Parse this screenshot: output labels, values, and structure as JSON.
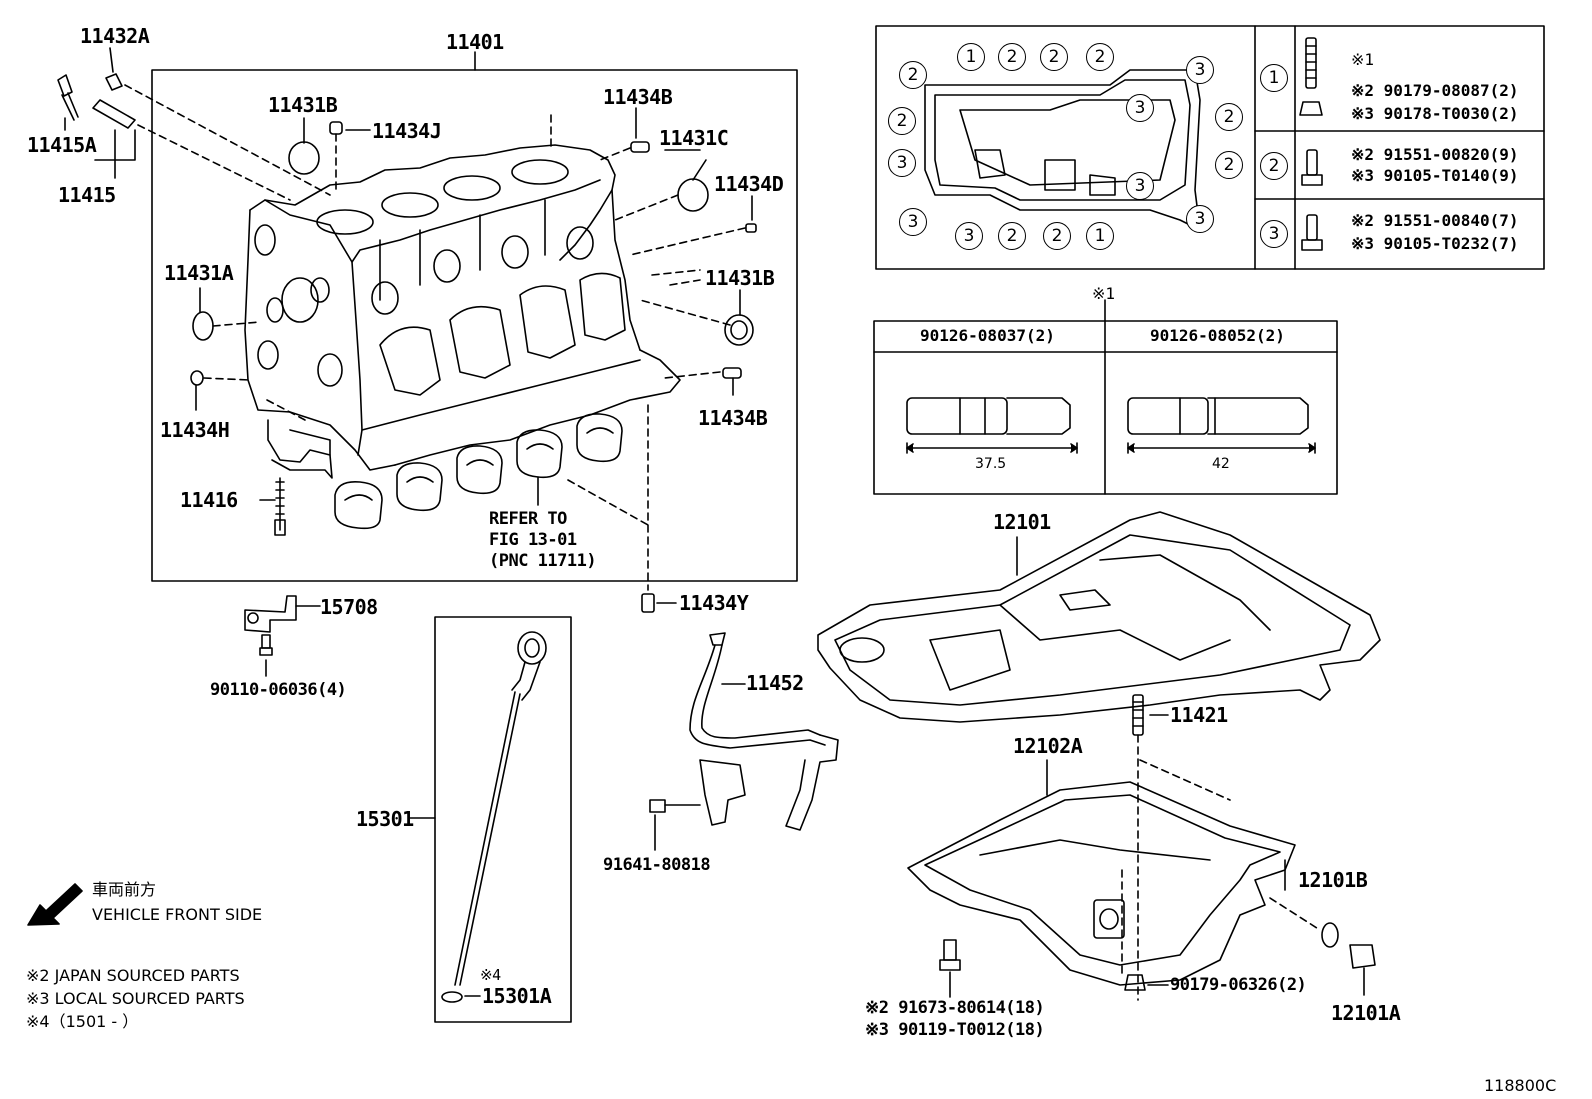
{
  "parts": {
    "p11432A": "11432A",
    "p11401": "11401",
    "p11431B_top": "11431B",
    "p11434J": "11434J",
    "p11434B_top": "11434B",
    "p11431C": "11431C",
    "p11434D": "11434D",
    "p11415A": "11415A",
    "p11415": "11415",
    "p11431A": "11431A",
    "p11431B_right": "11431B",
    "p11434H": "11434H",
    "p11434B_right": "11434B",
    "p11416": "11416",
    "refer_line1": "REFER TO",
    "refer_line2": "FIG 13-01",
    "refer_line3": "(PNC 11711)",
    "p15708": "15708",
    "p11434Y": "11434Y",
    "p90110": "90110-06036(4)",
    "p12101": "12101",
    "p11452": "11452",
    "p15301": "15301",
    "p91641": "91641-80818",
    "p11421": "11421",
    "p12102A": "12102A",
    "p12101B": "12101B",
    "p15301A": "15301A",
    "p15301A_note": "※4",
    "p90179_06326": "90179-06326(2)",
    "p12101A": "12101A",
    "p91673": "※2 91673-80614(18)",
    "p90119": "※3 90119-T0012(18)",
    "figure_code": "118800C"
  },
  "legend": {
    "front_jp": "車両前方",
    "front_en": "VEHICLE FRONT SIDE",
    "note2": "※2 JAPAN SOURCED PARTS",
    "note3": "※3 LOCAL SOURCED PARTS",
    "note4": "※4（1501 -        ）"
  },
  "bolt_table": {
    "row1": {
      "num": "1",
      "a": "※1",
      "b": "※2  90179-08087(2)",
      "c": "※3  90178-T0030(2)"
    },
    "row2": {
      "num": "2",
      "b": "※2  91551-00820(9)",
      "c": "※3  90105-T0140(9)"
    },
    "row3": {
      "num": "3",
      "b": "※2  91551-00840(7)",
      "c": "※3  90105-T0232(7)"
    },
    "pan_callouts": [
      "1",
      "2",
      "2",
      "2",
      "2",
      "3",
      "3",
      "2",
      "2",
      "3",
      "2",
      "3",
      "3",
      "3",
      "3",
      "2",
      "2",
      "1"
    ]
  },
  "stud_table": {
    "ref": "※1",
    "col1_title": "90126-08037(2)",
    "col2_title": "90126-08052(2)",
    "col1_dim": "37.5",
    "col2_dim": "42"
  }
}
